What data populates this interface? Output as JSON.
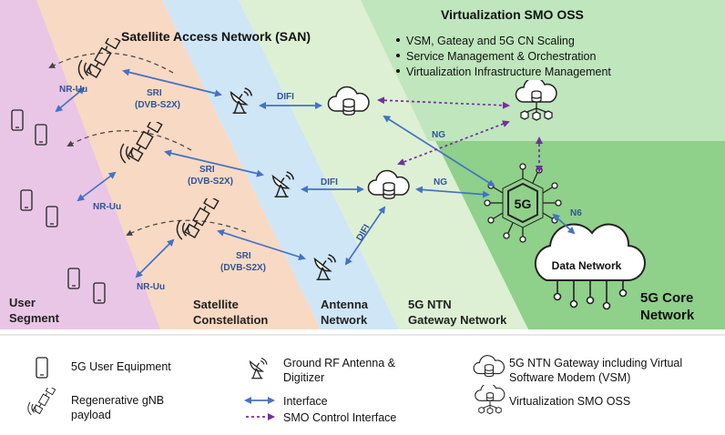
{
  "bands": {
    "user_segment": {
      "line1": "User",
      "line2": "Segment",
      "color": "#e9c6e6"
    },
    "satellite_constellation": {
      "line1": "Satellite",
      "line2": "Constellation",
      "color": "#f8d9c4"
    },
    "antenna_network": {
      "line1": "Antenna",
      "line2": "Network",
      "color": "#cfe6f7"
    },
    "gateway_network": {
      "line1": "5G NTN",
      "line2": "Gateway Network",
      "color": "#ddf0d3"
    },
    "core_network": {
      "line1": "5G Core",
      "line2": "Network",
      "color": "#8fd08a"
    },
    "smo_oss": {
      "title": "Virtualization SMO OSS",
      "color": "#bfe6bd"
    }
  },
  "san_title": "Satellite Access Network (SAN)",
  "smo_bullets": [
    "VSM, Gateay and 5G CN Scaling",
    "Service Management & Orchestration",
    "Virtualization Infrastructure Management"
  ],
  "links": {
    "nr_uu": "NR-Uu",
    "sri_line1": "SRI",
    "sri_line2": "(DVB-S2X)",
    "difi": "DIFI",
    "ng": "NG",
    "n6": "N6"
  },
  "core_labels": {
    "five_g": "5G",
    "data_network": "Data Network"
  },
  "legend": {
    "user_equipment": "5G User Equipment",
    "gnb_payload_line1": "Regenerative gNB",
    "gnb_payload_line2": "payload",
    "antenna_line1": "Ground RF Antenna &",
    "antenna_line2": "Digitizer",
    "interface": "Interface",
    "smo_control": "SMO Control Interface",
    "gateway_line1": "5G NTN Gateway including Virtual",
    "gateway_line2": "Software Modem (VSM)",
    "smo_oss": "Virtualization SMO OSS"
  },
  "colors": {
    "interface_arrow": "#4472c4",
    "smo_control_arrow": "#7030a0",
    "link_label": "#2f5597",
    "icon_stroke": "#222222"
  }
}
